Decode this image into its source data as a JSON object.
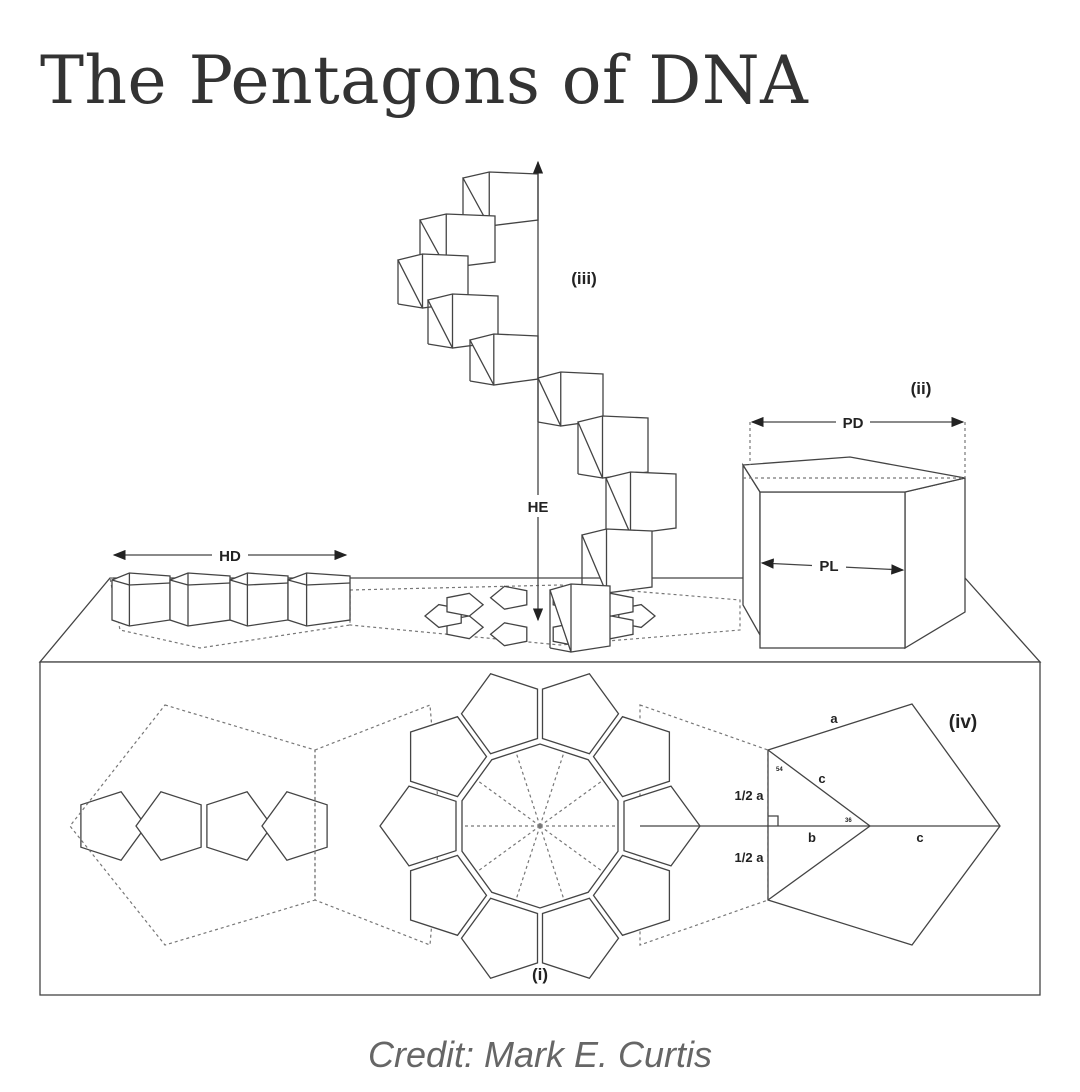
{
  "title": "The Pentagons of DNA",
  "credit": "Credit: Mark E. Curtis",
  "figure": {
    "labels": {
      "i": "(i)",
      "ii": "(ii)",
      "iii": "(iii)",
      "iv": "(iv)",
      "HD": "HD",
      "HE": "HE",
      "PD": "PD",
      "PL": "PL",
      "a": "a",
      "b": "b",
      "c1": "c",
      "c2": "c",
      "half_a_top": "1/2 a",
      "half_a_bottom": "1/2 a",
      "angle54": "54",
      "angle36": "36"
    }
  }
}
